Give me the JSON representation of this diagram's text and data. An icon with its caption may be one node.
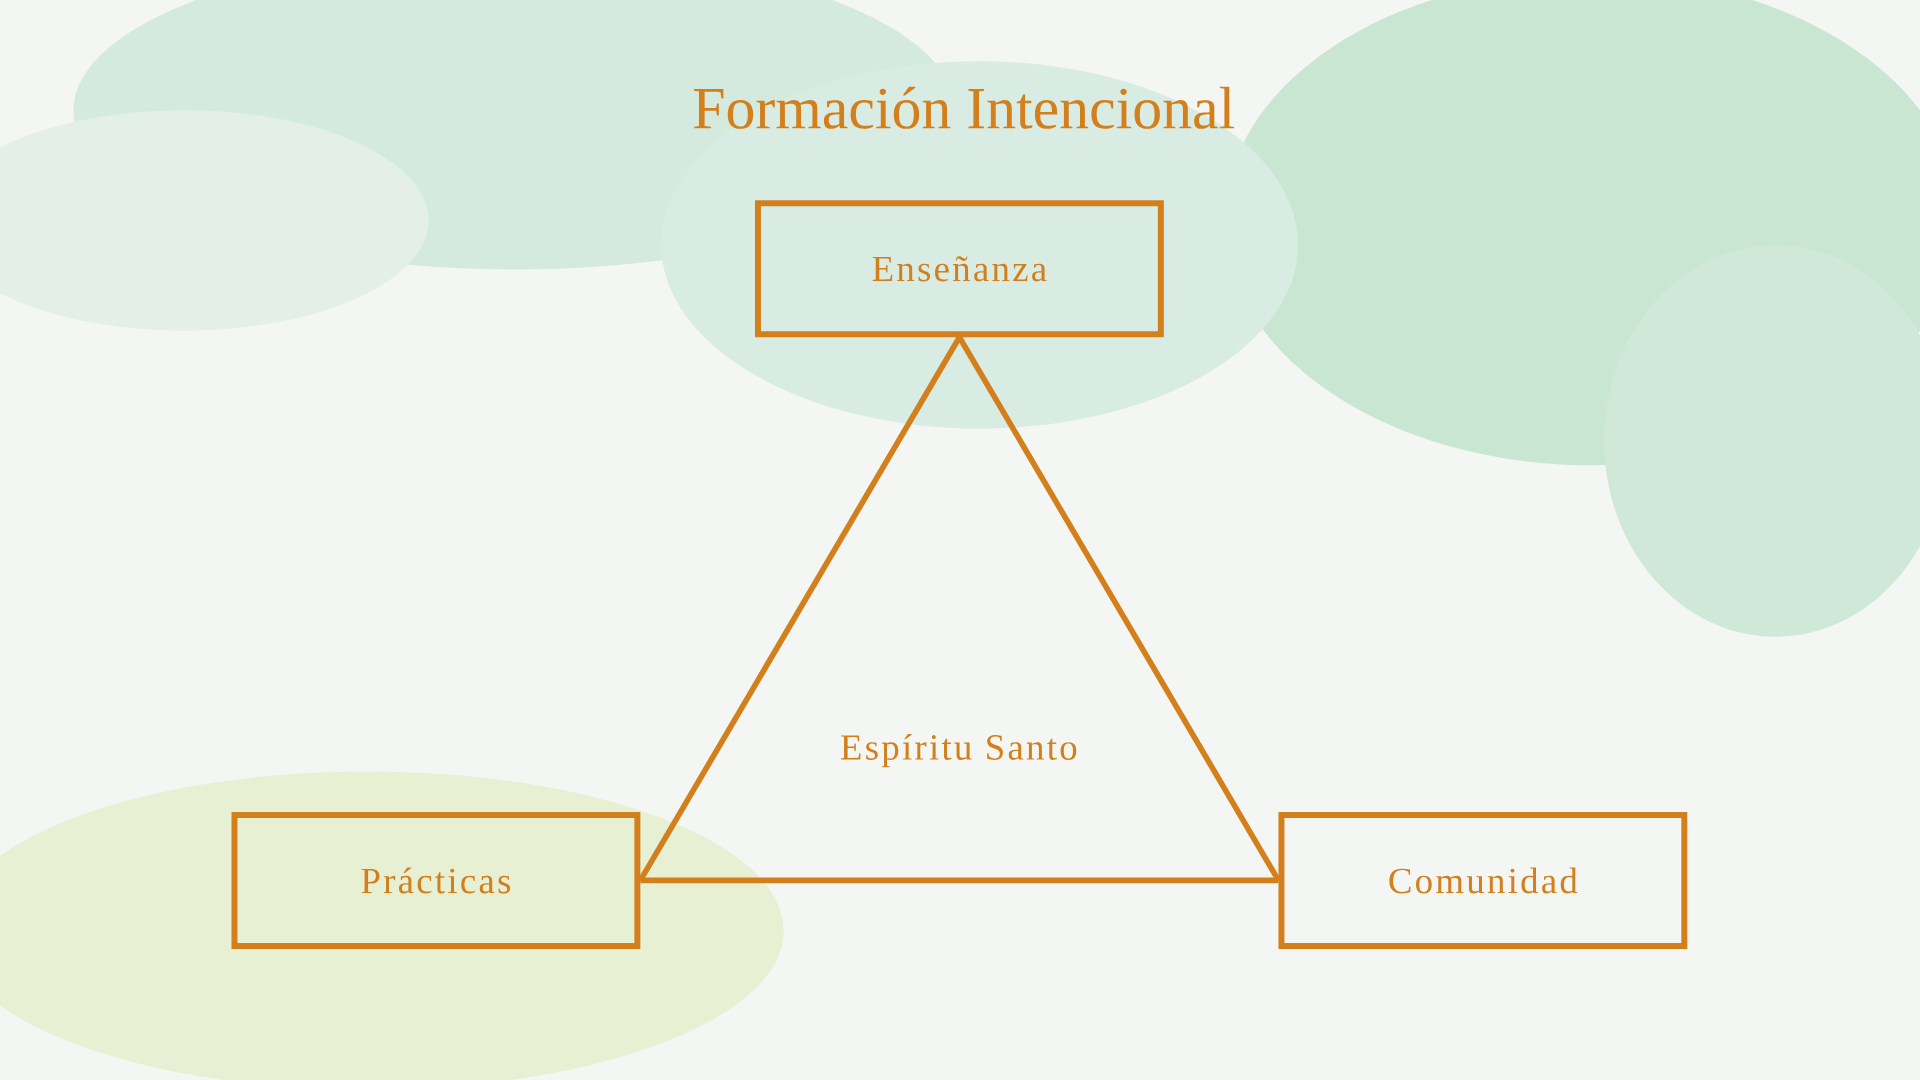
{
  "diagram": {
    "title": "Formación Intencional",
    "nodes": [
      {
        "text": [
          "Enseñanza"
        ]
      },
      {
        "text": [
          "Prácticas"
        ]
      },
      {
        "text": [
          "Comunidad"
        ]
      }
    ],
    "edges": [
      {
        "from": 0,
        "to": 1,
        "arrow": "none"
      },
      {
        "from": 1,
        "to": 2,
        "arrow": "none"
      },
      {
        "from": 2,
        "to": 0,
        "arrow": "none"
      }
    ],
    "labels": [
      "Espíritu Santo"
    ]
  }
}
